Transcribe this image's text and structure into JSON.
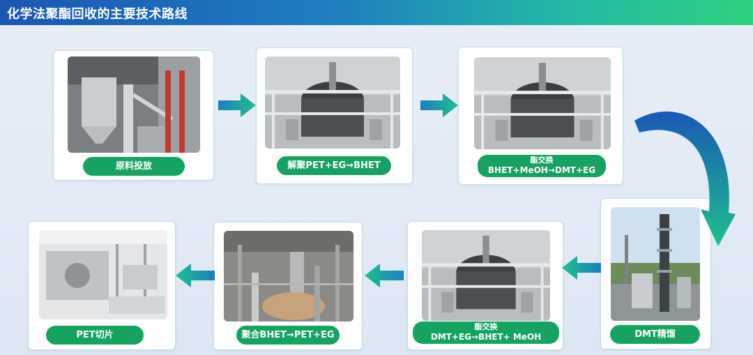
{
  "header": {
    "title": "化学法聚酯回收的主要技术路线"
  },
  "steps": [
    {
      "label": "原料投放"
    },
    {
      "label": "解聚PET+EG→BHET"
    },
    {
      "label_sub": "酯交换",
      "label_main": "BHET+MeOH→DMT+EG"
    },
    {
      "label": "DMT精馏"
    },
    {
      "label_sub": "酯交换",
      "label_main": "DMT+EG→BHET+ MeOH"
    },
    {
      "label": "聚合BHET→PET+EG"
    },
    {
      "label": "PET切片"
    }
  ],
  "colors": {
    "label_green": "#16a362",
    "arrow_start": "#1b7fc0",
    "arrow_end": "#1fc08c"
  }
}
